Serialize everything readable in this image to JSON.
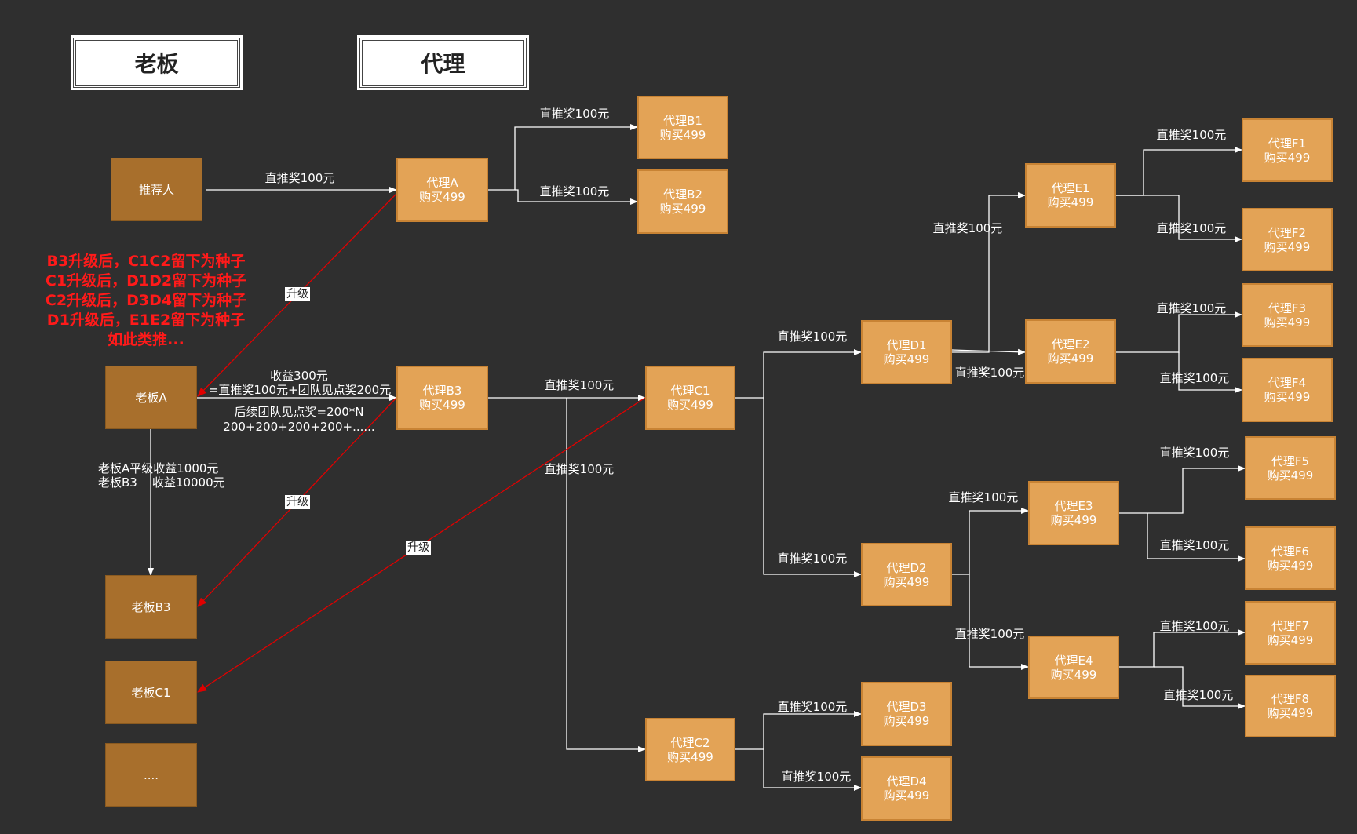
{
  "headers": {
    "boss": "老板",
    "agent": "代理"
  },
  "nodes": {
    "referrer": "推荐人",
    "boss_a": "老板A",
    "boss_b3": "老板B3",
    "boss_c1": "老板C1",
    "boss_more": "....",
    "agent_a": {
      "name": "代理A",
      "buy": "购买499"
    },
    "agent_b1": {
      "name": "代理B1",
      "buy": "购买499"
    },
    "agent_b2": {
      "name": "代理B2",
      "buy": "购买499"
    },
    "agent_b3": {
      "name": "代理B3",
      "buy": "购买499"
    },
    "agent_c1": {
      "name": "代理C1",
      "buy": "购买499"
    },
    "agent_c2": {
      "name": "代理C2",
      "buy": "购买499"
    },
    "agent_d1": {
      "name": "代理D1",
      "buy": "购买499"
    },
    "agent_d2": {
      "name": "代理D2",
      "buy": "购买499"
    },
    "agent_d3": {
      "name": "代理D3",
      "buy": "购买499"
    },
    "agent_d4": {
      "name": "代理D4",
      "buy": "购买499"
    },
    "agent_e1": {
      "name": "代理E1",
      "buy": "购买499"
    },
    "agent_e2": {
      "name": "代理E2",
      "buy": "购买499"
    },
    "agent_e3": {
      "name": "代理E3",
      "buy": "购买499"
    },
    "agent_e4": {
      "name": "代理E4",
      "buy": "购买499"
    },
    "agent_f1": {
      "name": "代理F1",
      "buy": "购买499"
    },
    "agent_f2": {
      "name": "代理F2",
      "buy": "购买499"
    },
    "agent_f3": {
      "name": "代理F3",
      "buy": "购买499"
    },
    "agent_f4": {
      "name": "代理F4",
      "buy": "购买499"
    },
    "agent_f5": {
      "name": "代理F5",
      "buy": "购买499"
    },
    "agent_f6": {
      "name": "代理F6",
      "buy": "购买499"
    },
    "agent_f7": {
      "name": "代理F7",
      "buy": "购买499"
    },
    "agent_f8": {
      "name": "代理F8",
      "buy": "购买499"
    }
  },
  "labels": {
    "direct_bonus": "直推奖100元",
    "upgrade": "升级",
    "income_line1": "收益300元",
    "income_line2": "=直推奖100元+团队见点奖200元",
    "team_line1": "后续团队见点奖=200*N",
    "team_line2": "200+200+200+200+......",
    "boss_income_line1": "老板A平级收益1000元",
    "boss_income_line2": "老板B3    收益10000元"
  },
  "note_lines": [
    "B3升级后，C1C2留下为种子",
    "C1升级后，D1D2留下为种子",
    "C2升级后，D3D4留下为种子",
    "D1升级后，E1E2留下为种子",
    "如此类推..."
  ],
  "colors": {
    "background": "#2f2f2f",
    "boss_fill": "#a86f2c",
    "agent_fill": "#e3a356",
    "connector": "#ffffff",
    "upgrade_arrow": "#e00000",
    "note_text": "#ff1a1a"
  }
}
